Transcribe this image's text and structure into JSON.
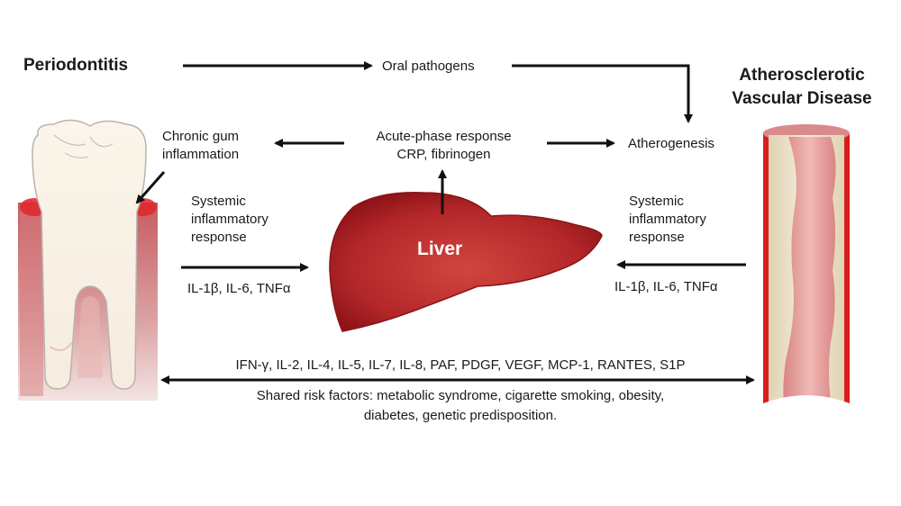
{
  "titles": {
    "left": "Periodontitis",
    "right_line1": "Atherosclerotic",
    "right_line2": "Vascular Disease"
  },
  "nodes": {
    "oral_pathogens": "Oral pathogens",
    "chronic_gum_line1": "Chronic gum",
    "chronic_gum_line2": "inflammation",
    "acute_phase_line1": "Acute-phase response",
    "acute_phase_line2": "CRP, fibrinogen",
    "atherogenesis": "Atherogenesis",
    "liver": "Liver"
  },
  "left_systemic": {
    "line1": "Systemic",
    "line2": "inflammatory",
    "line3": "response",
    "cytokines": "IL-1β, IL-6, TNFα"
  },
  "right_systemic": {
    "line1": "Systemic",
    "line2": "inflammatory",
    "line3": "response",
    "cytokines": "IL-1β, IL-6, TNFα"
  },
  "shared": {
    "mediators": "IFN-γ, IL-2, IL-4, IL-5, IL-7, IL-8, PAF, PDGF, VEGF, MCP-1, RANTES, S1P",
    "risk_line1": "Shared risk factors: metabolic syndrome, cigarette smoking, obesity,",
    "risk_line2": "diabetes, genetic predisposition."
  },
  "colors": {
    "liver": "#b0232a",
    "gum": "#c9686c",
    "artery_wall": "#d81e1e",
    "plaque": "#e8dcc0"
  }
}
